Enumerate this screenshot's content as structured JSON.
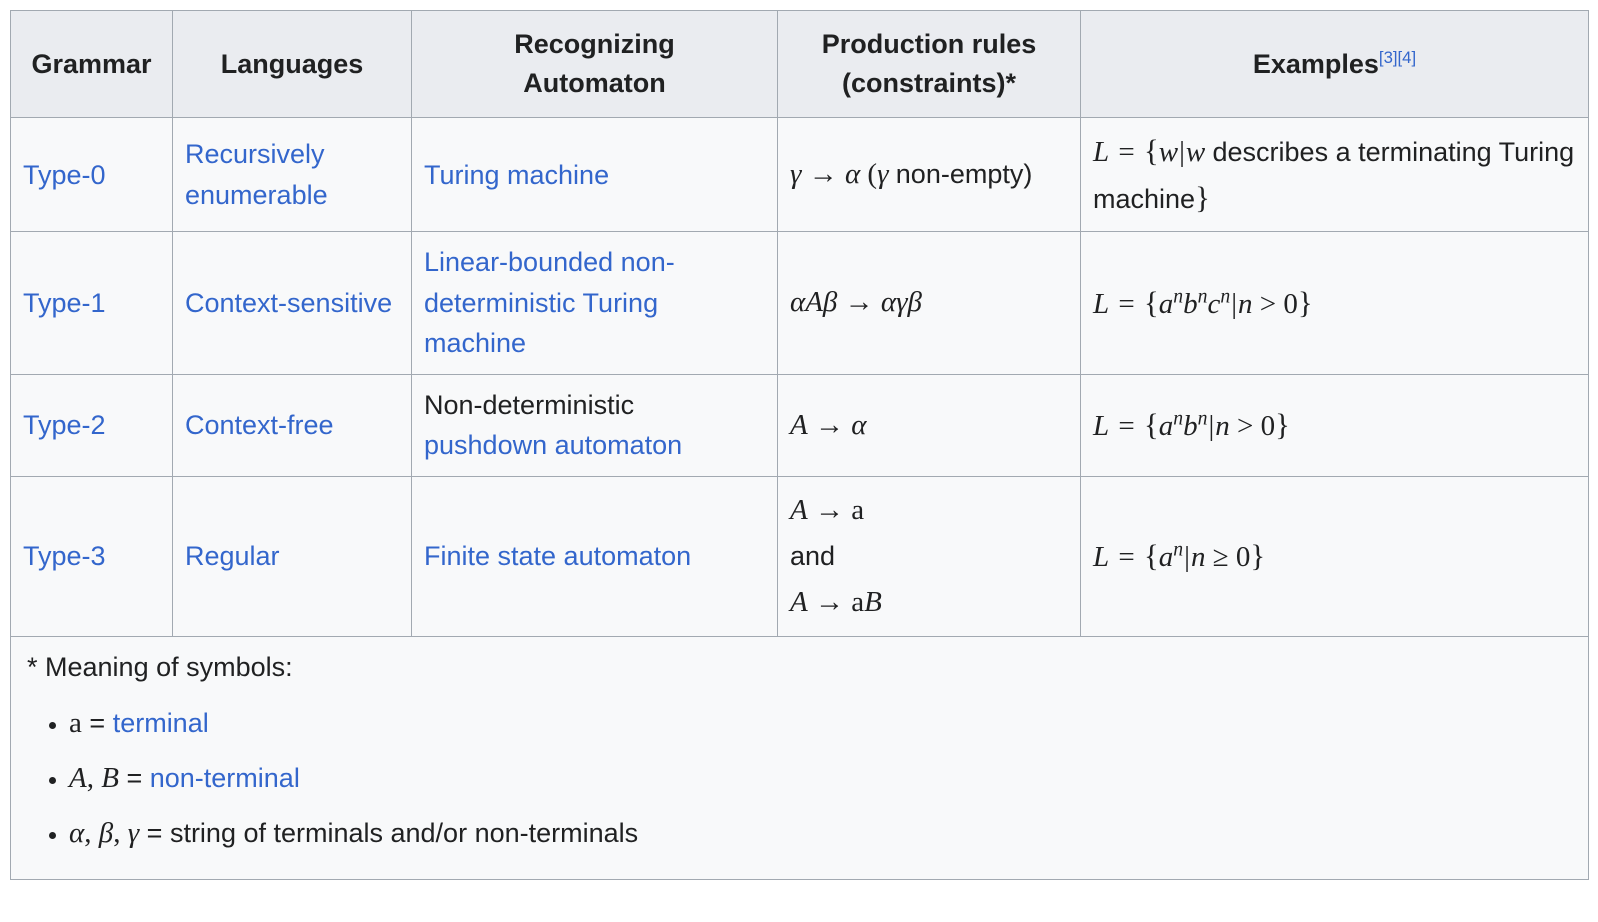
{
  "table": {
    "caption_note_marker": "*",
    "columns": [
      {
        "key": "grammar",
        "label": "Grammar"
      },
      {
        "key": "languages",
        "label": "Languages"
      },
      {
        "key": "automaton",
        "label_line1": "Recognizing",
        "label_line2": "Automaton"
      },
      {
        "key": "rules",
        "label_line1": "Production rules",
        "label_line2": "(constraints)*"
      },
      {
        "key": "examples",
        "label": "Examples",
        "refs": [
          "[3]",
          "[4]"
        ]
      }
    ],
    "rows": [
      {
        "grammar": "Type-0",
        "grammar_is_link": true,
        "languages": "Recursively enumerable",
        "languages_is_link": true,
        "automaton": "Turing machine",
        "automaton_is_link": true,
        "automaton_prefix_plain": "",
        "rule_lines": [
          "γ → α (γ non-empty)"
        ],
        "rule_latex": "\\gamma \\to \\alpha\\ (\\gamma\\ \\text{non-empty})",
        "example": "L = {w|w describes a terminating Turing machine}",
        "example_latex": "L = \\{w | w \\text{ describes a terminating Turing machine}\\}"
      },
      {
        "grammar": "Type-1",
        "grammar_is_link": true,
        "languages": "Context-sensitive",
        "languages_is_link": true,
        "automaton": "Linear-bounded non-deterministic Turing machine",
        "automaton_is_link": true,
        "automaton_prefix_plain": "",
        "rule_lines": [
          "αAβ → αγβ"
        ],
        "rule_latex": "\\alpha A \\beta \\to \\alpha \\gamma \\beta",
        "example": "L = {aⁿbⁿcⁿ|n > 0}",
        "example_latex": "L = \\{a^n b^n c^n | n > 0\\}"
      },
      {
        "grammar": "Type-2",
        "grammar_is_link": true,
        "languages": "Context-free",
        "languages_is_link": true,
        "automaton": "pushdown automaton",
        "automaton_is_link": true,
        "automaton_prefix_plain": "Non-deterministic",
        "rule_lines": [
          "A → α"
        ],
        "rule_latex": "A \\to \\alpha",
        "example": "L = {aⁿbⁿ|n > 0}",
        "example_latex": "L = \\{a^n b^n | n > 0\\}"
      },
      {
        "grammar": "Type-3",
        "grammar_is_link": true,
        "languages": "Regular",
        "languages_is_link": true,
        "automaton": "Finite state automaton",
        "automaton_is_link": true,
        "automaton_prefix_plain": "",
        "rule_lines": [
          "A → a",
          "and",
          "A → aB"
        ],
        "rule_latex": "A \\to \\mathrm{a} \\;\\text{and}\\; A \\to \\mathrm{a}B",
        "example": "L = {aⁿ|n ≥ 0}",
        "example_latex": "L = \\{a^n | n \\geq 0\\}"
      }
    ],
    "notes": {
      "title": "* Meaning of symbols:",
      "items": [
        {
          "symbols": "a",
          "equals": "=",
          "link_text": "terminal",
          "plain_text": "",
          "has_link": true
        },
        {
          "symbols": "A, B",
          "equals": "=",
          "link_text": "non-terminal",
          "plain_text": "",
          "has_link": true
        },
        {
          "symbols": "α, β, γ",
          "equals": "=",
          "link_text": "",
          "plain_text": "string of terminals and/or non-terminals",
          "has_link": false
        }
      ]
    }
  },
  "colors": {
    "link": "#3366cc",
    "header_bg": "#eaecf0",
    "body_bg": "#f8f9fa",
    "border": "#a2a9b1",
    "text": "#202122"
  }
}
